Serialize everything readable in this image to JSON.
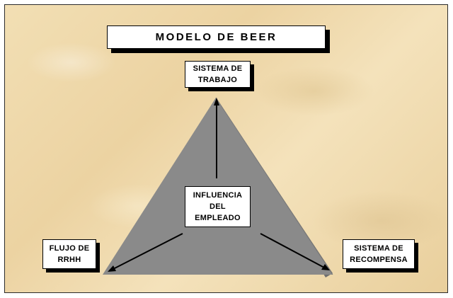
{
  "title": "MODELO DE BEER",
  "nodes": {
    "top": "SISTEMA DE\nTRABAJO",
    "center": "INFLUENCIA\nDEL\nEMPLEADO",
    "left": "FLUJO DE\nRRHH",
    "right": "SISTEMA DE\nRECOMPENSA"
  },
  "colors": {
    "pyramid_face": "#8a8a8a",
    "pyramid_side": "#6f6f6f",
    "background": "#efd9ab"
  }
}
